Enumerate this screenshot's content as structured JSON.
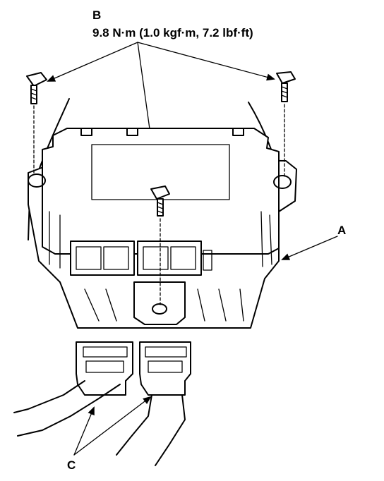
{
  "labels": {
    "b_letter": "B",
    "torque_spec": "9.8 N·m (1.0 kgf·m, 7.2 lbf·ft)",
    "a_letter": "A",
    "c_letter": "C"
  },
  "colors": {
    "ink": "#000000",
    "paper": "#ffffff"
  },
  "icons": [
    "bolt-icon",
    "connector-icon",
    "arrowhead-icon"
  ]
}
